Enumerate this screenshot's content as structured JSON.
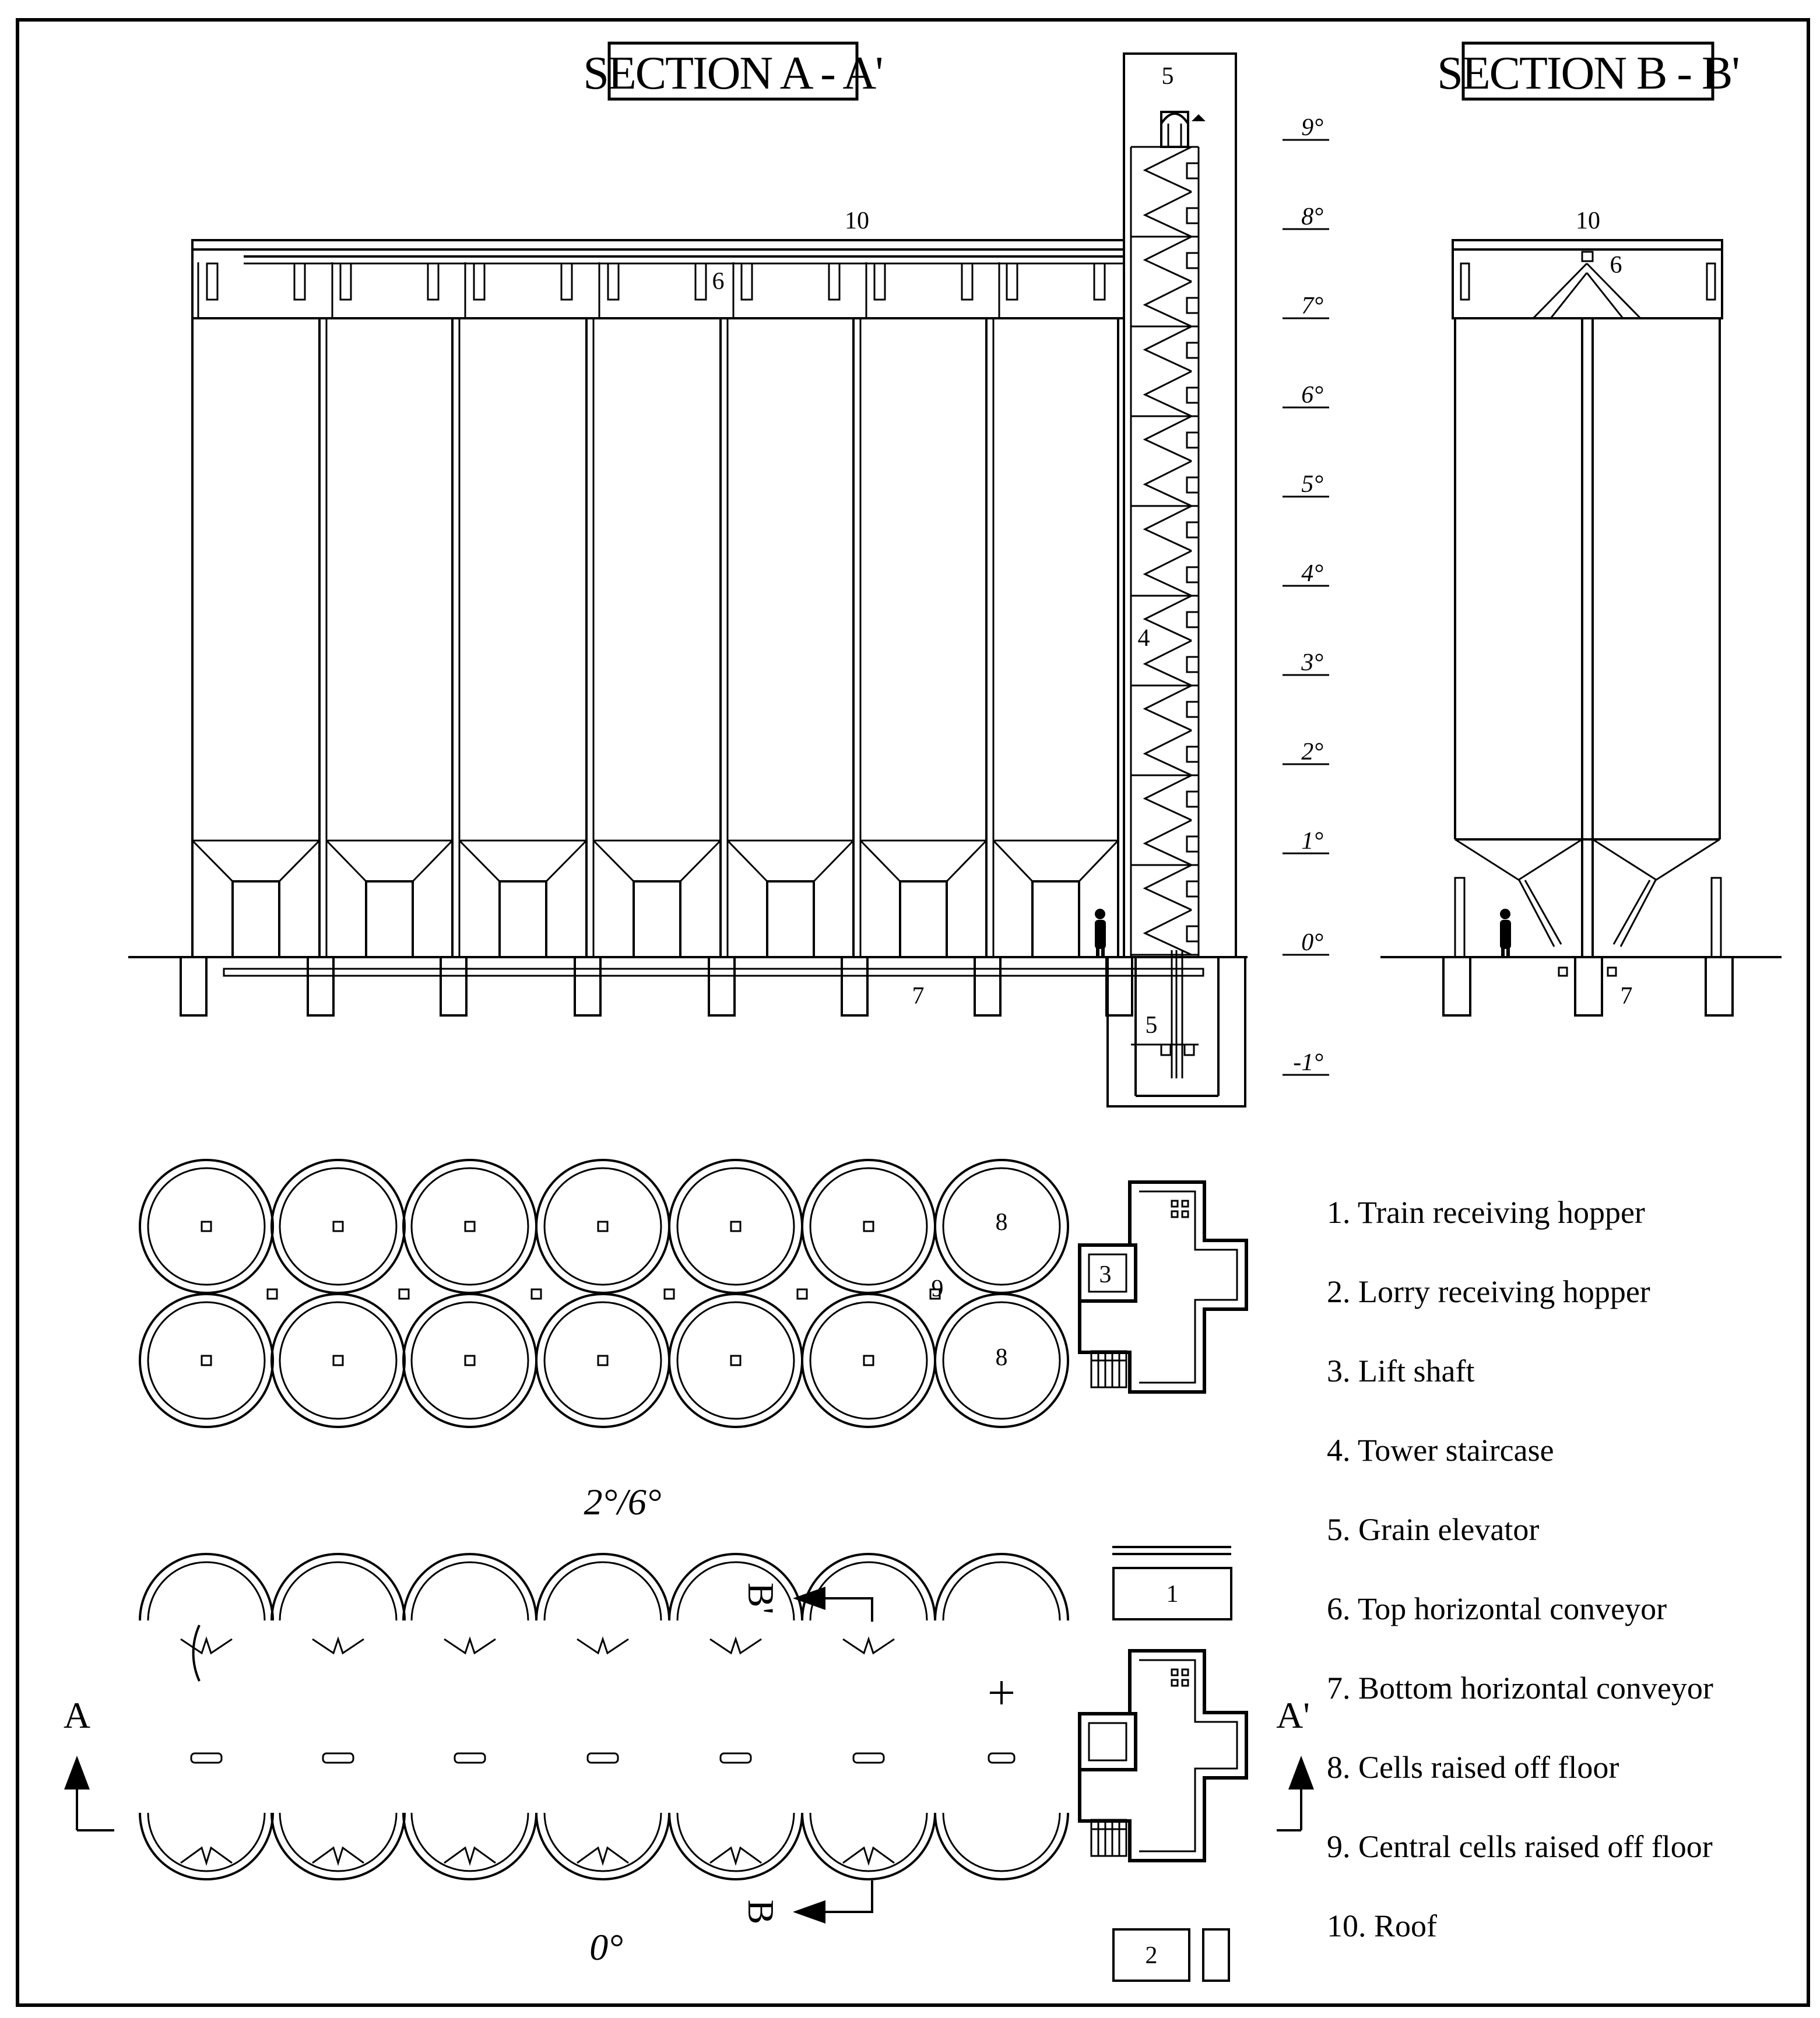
{
  "sections": {
    "a": "SECTION A - A'",
    "b": "SECTION B - B'"
  },
  "levels": [
    "9°",
    "8°",
    "7°",
    "6°",
    "5°",
    "4°",
    "3°",
    "2°",
    "1°",
    "0°",
    "-1°"
  ],
  "section_a_callouts": {
    "roof": "10",
    "top_conveyor": "6",
    "elevator_top": "5",
    "staircase": "4",
    "bottom_conveyor": "7",
    "elevator_pit": "5"
  },
  "section_b_callouts": {
    "roof": "10",
    "top_conveyor": "6",
    "bottom_conveyor": "7"
  },
  "plan_upper": {
    "label": "2°/6°",
    "callout_cells_top": "8",
    "callout_central": "9",
    "callout_cells_bottom": "8",
    "callout_lift": "3"
  },
  "plan_lower": {
    "label": "0°",
    "arrow_a_left": "A",
    "arrow_a_right": "A'",
    "arrow_b_top": "B'",
    "arrow_b_bottom": "B",
    "hopper_train": "1",
    "hopper_lorry": "2"
  },
  "legend": [
    "1. Train receiving hopper",
    "2. Lorry receiving hopper",
    "3. Lift shaft",
    "4. Tower staircase",
    "5. Grain elevator",
    "6. Top horizontal conveyor",
    "7. Bottom horizontal conveyor",
    "8. Cells raised off floor",
    "9. Central cells raised off floor",
    "10. Roof"
  ]
}
